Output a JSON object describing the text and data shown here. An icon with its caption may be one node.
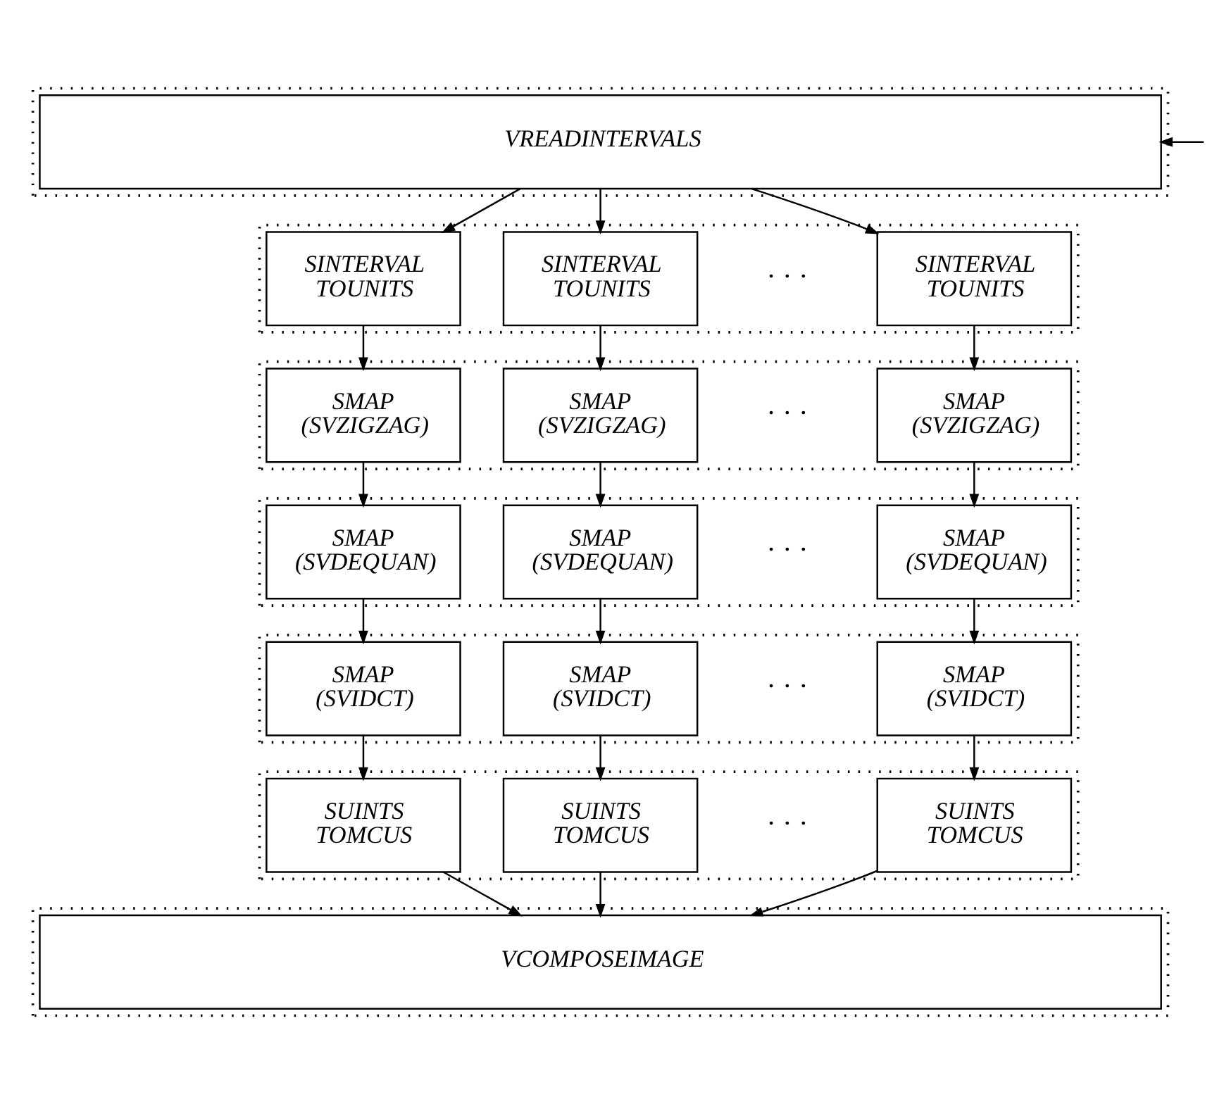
{
  "diagram": {
    "nodes": [
      {
        "text": [],
        "shape": "band"
      },
      {
        "text": [
          "VREADINTERVALS"
        ],
        "in": 0
      },
      {
        "text": [],
        "shape": "band"
      },
      {
        "text": [
          "SINTERVAL TOUNITS"
        ],
        "in": 2
      },
      {
        "text": [
          "SINTERVAL TOUNITS"
        ],
        "in": 2
      },
      {
        "text": [
          "SINTERVAL TOUNITS"
        ],
        "in": 2
      },
      {
        "text": [],
        "shape": "band"
      },
      {
        "text": [
          "SMAP (SVZIGZAG)"
        ],
        "in": 6
      },
      {
        "text": [
          "SMAP (SVZIGZAG)"
        ],
        "in": 6
      },
      {
        "text": [
          "SMAP (SVZIGZAG)"
        ],
        "in": 6
      },
      {
        "text": [],
        "shape": "band"
      },
      {
        "text": [
          "SMAP (SVDEQUAN)"
        ],
        "in": 10
      },
      {
        "text": [
          "SMAP (SVDEQUAN)"
        ],
        "in": 10
      },
      {
        "text": [
          "SMAP (SVDEQUAN)"
        ],
        "in": 10
      },
      {
        "text": [],
        "shape": "band"
      },
      {
        "text": [
          "SMAP (SVIDCT)"
        ],
        "in": 14
      },
      {
        "text": [
          "SMAP (SVIDCT)"
        ],
        "in": 14
      },
      {
        "text": [
          "SMAP (SVIDCT)"
        ],
        "in": 14
      },
      {
        "text": [],
        "shape": "band"
      },
      {
        "text": [
          "SUINTS TOMCUS"
        ],
        "in": 18
      },
      {
        "text": [
          "SUINTS TOMCUS"
        ],
        "in": 18
      },
      {
        "text": [
          "SUINTS TOMCUS"
        ],
        "in": 18
      },
      {
        "text": [],
        "shape": "band"
      },
      {
        "text": [
          "VCOMPOSEIMAGE"
        ],
        "in": 22
      }
    ],
    "edges": [
      {
        "from": null,
        "to": 1,
        "arrow": "to"
      },
      {
        "from": 1,
        "to": 3,
        "arrow": "to"
      },
      {
        "from": 1,
        "to": 4,
        "arrow": "to"
      },
      {
        "from": 1,
        "to": 5,
        "arrow": "to"
      },
      {
        "from": 3,
        "to": 7,
        "arrow": "to"
      },
      {
        "from": 4,
        "to": 8,
        "arrow": "to"
      },
      {
        "from": 5,
        "to": 9,
        "arrow": "to"
      },
      {
        "from": 7,
        "to": 11,
        "arrow": "to"
      },
      {
        "from": 8,
        "to": 12,
        "arrow": "to"
      },
      {
        "from": 9,
        "to": 13,
        "arrow": "to"
      },
      {
        "from": 11,
        "to": 15,
        "arrow": "to"
      },
      {
        "from": 12,
        "to": 16,
        "arrow": "to"
      },
      {
        "from": 13,
        "to": 17,
        "arrow": "to"
      },
      {
        "from": 15,
        "to": 19,
        "arrow": "to"
      },
      {
        "from": 16,
        "to": 20,
        "arrow": "to"
      },
      {
        "from": 17,
        "to": 21,
        "arrow": "to"
      },
      {
        "from": 19,
        "to": 23,
        "arrow": "to"
      },
      {
        "from": 20,
        "to": 23,
        "arrow": "to"
      },
      {
        "from": 21,
        "to": 23,
        "arrow": "to"
      }
    ],
    "labels": [
      "· · ·",
      "· · ·",
      "· · ·",
      "· · ·",
      "· · ·"
    ]
  }
}
